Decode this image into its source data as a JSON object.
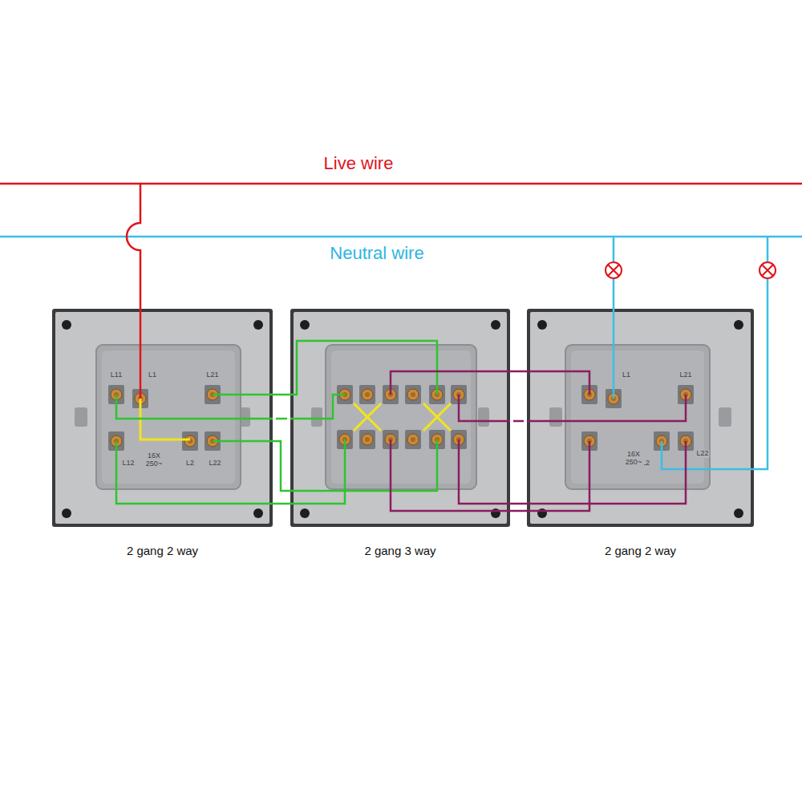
{
  "diagram": {
    "nodes": [
      {
        "text": [
          "2 gang 2 way"
        ]
      },
      {
        "text": [
          "2 gang 3 way"
        ]
      },
      {
        "text": [
          "2 gang 2 way"
        ]
      }
    ],
    "edges": [
      {
        "from": 0,
        "to": 1,
        "arrow": "none"
      },
      {
        "from": 1,
        "to": 2,
        "arrow": "none"
      }
    ],
    "labels": [
      "Live wire",
      "Neutral wire",
      "L11",
      "L1",
      "L21",
      "L12",
      "L2",
      "L22",
      "16X 250~",
      "L1",
      "L21",
      "L2",
      "L22",
      "16X 250~"
    ]
  }
}
